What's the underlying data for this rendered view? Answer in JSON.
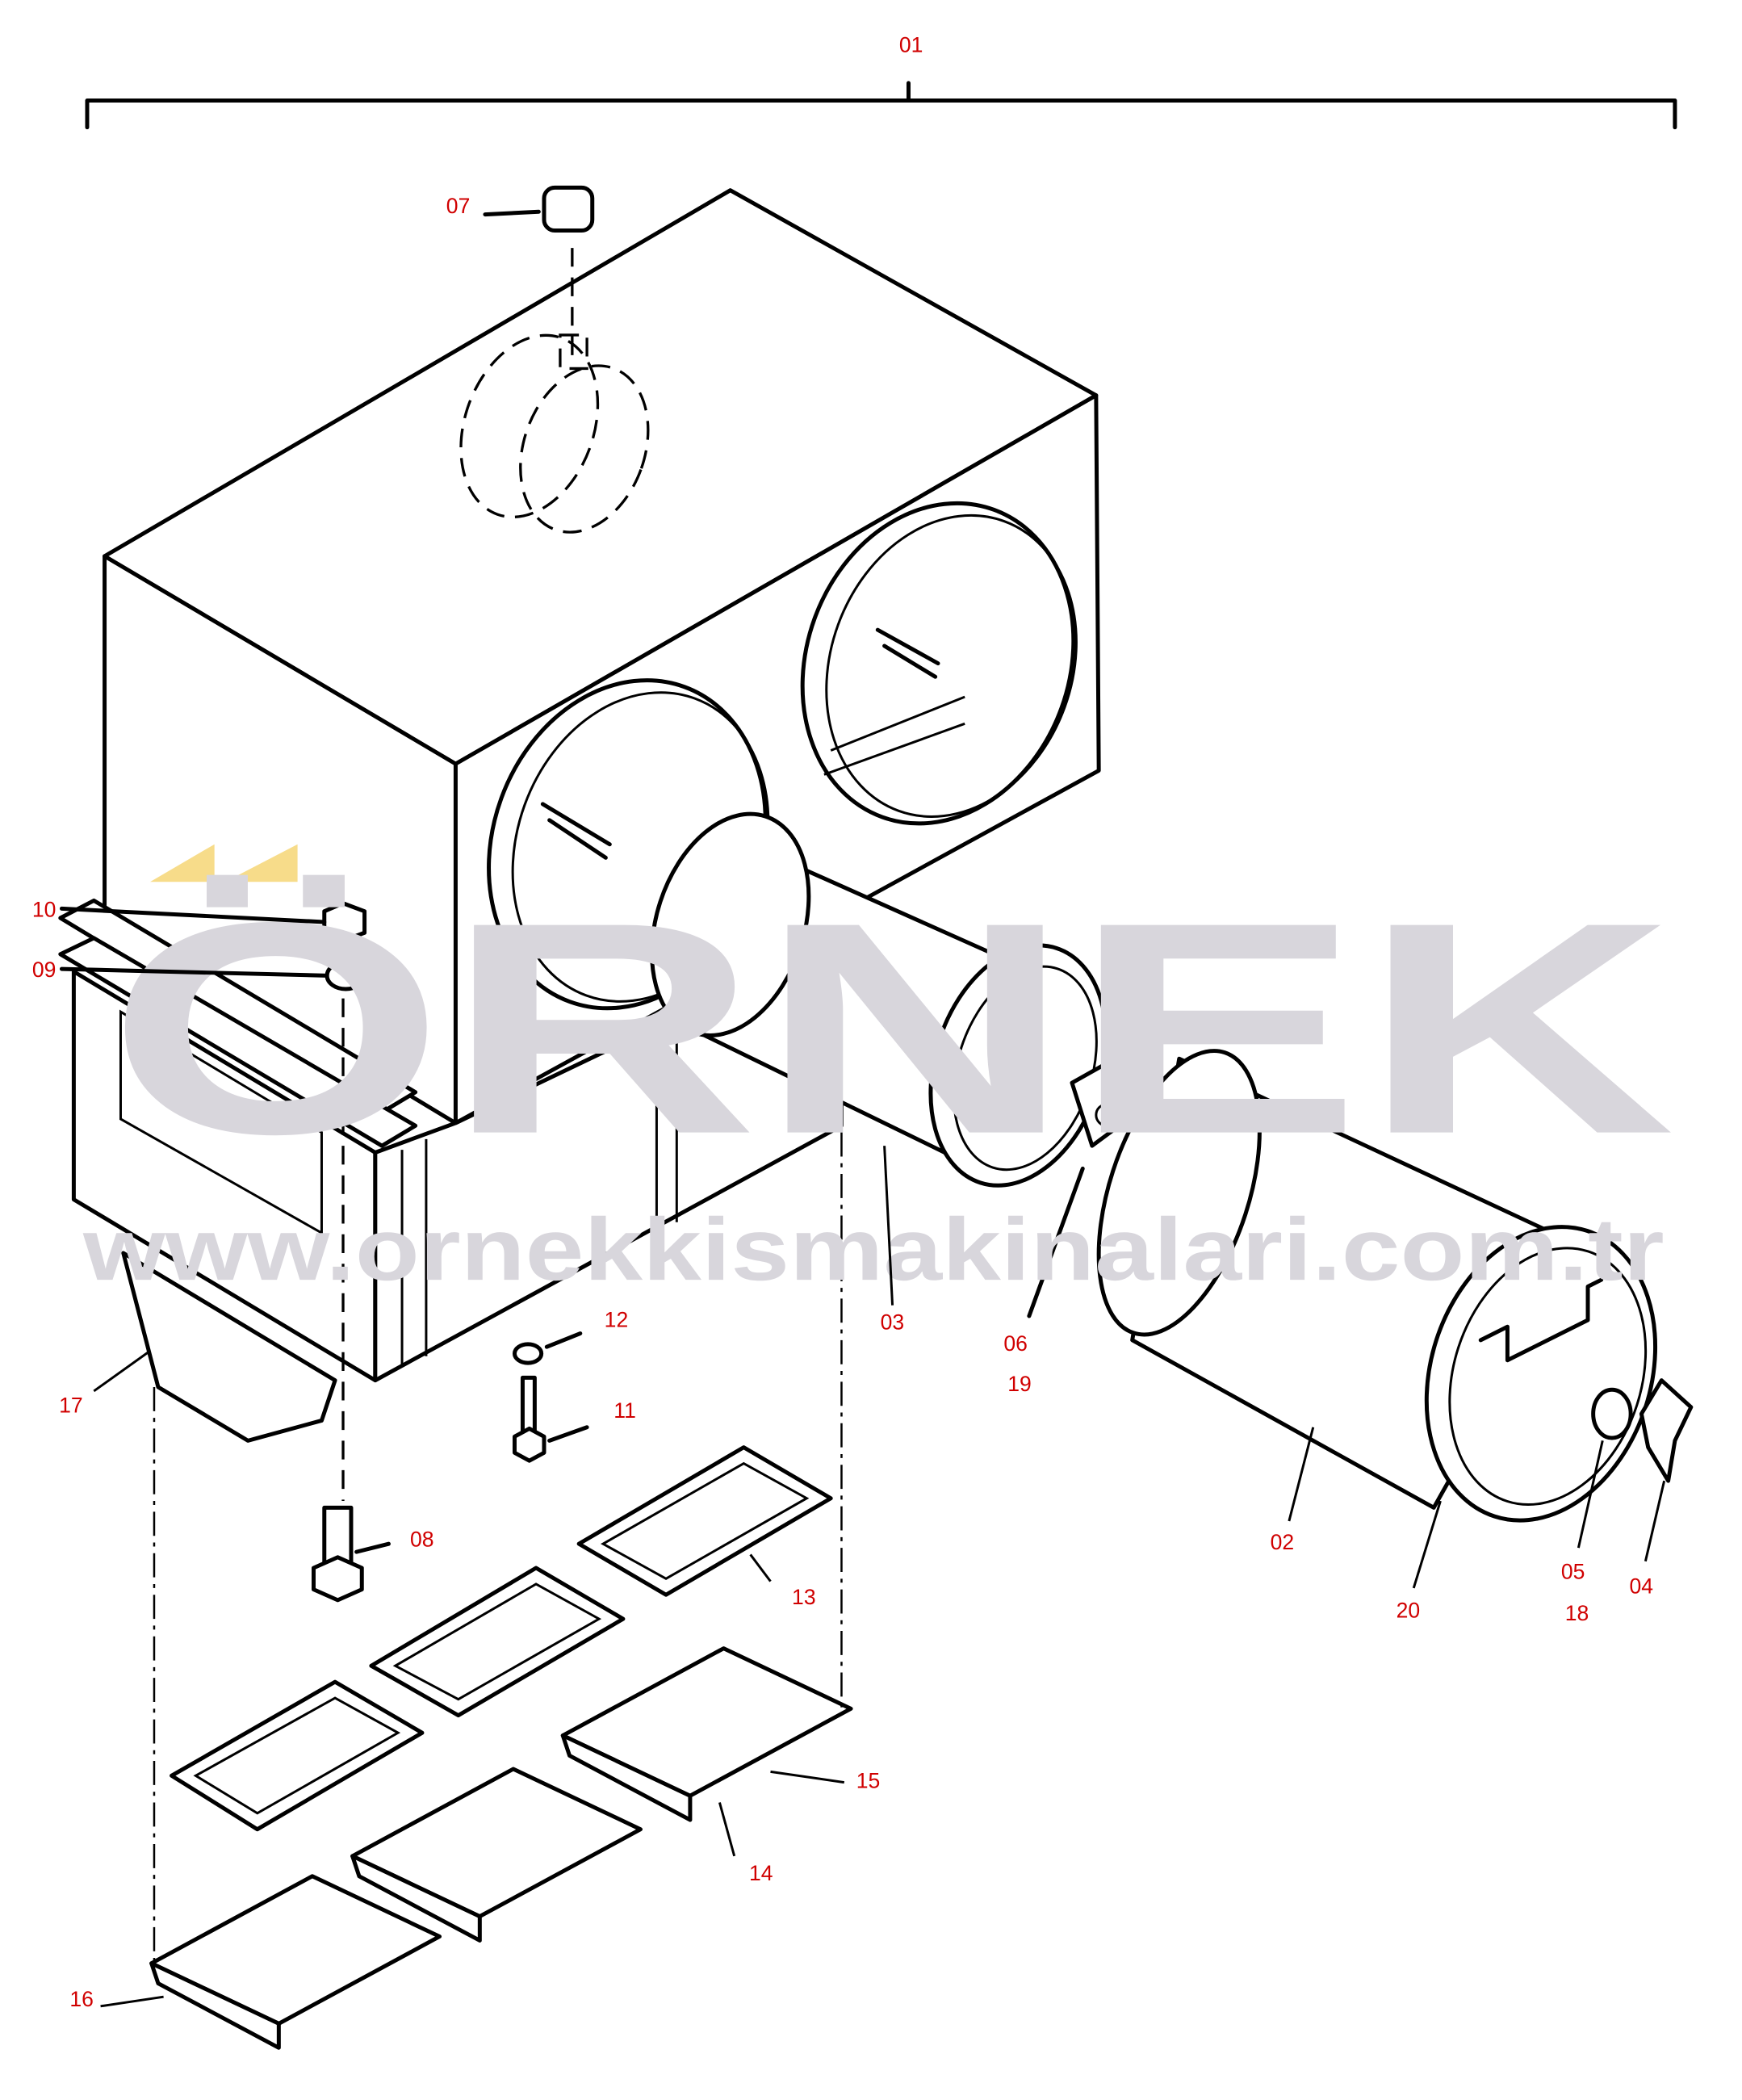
{
  "diagram": {
    "title_ref": "01",
    "part_labels": {
      "p01": "01",
      "p02": "02",
      "p03": "03",
      "p04": "04",
      "p05": "05",
      "p06": "06",
      "p07": "07",
      "p08": "08",
      "p09": "09",
      "p10": "10",
      "p11": "11",
      "p12": "12",
      "p13": "13",
      "p14": "14",
      "p15": "15",
      "p16": "16",
      "p17": "17",
      "p18": "18",
      "p19": "19",
      "p20": "20"
    },
    "label_color": "#d00000"
  },
  "watermark": {
    "brand": "ÖRNEK",
    "url": "www.ornekkismakinalari.com.tr",
    "brand_color": "#d8d6dc",
    "accent_color": "#f7dc8a"
  }
}
